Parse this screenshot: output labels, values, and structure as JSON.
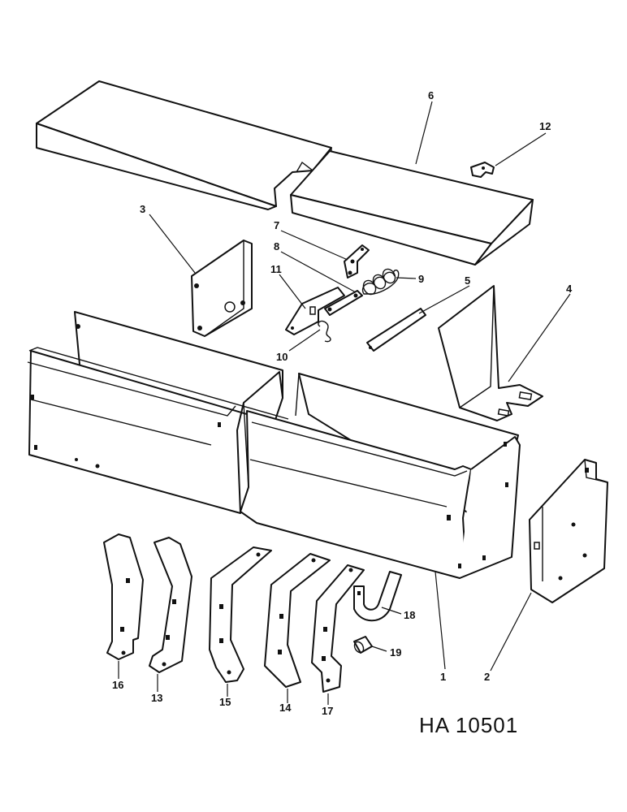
{
  "drawing_number": "HA 10501",
  "callouts": [
    "1",
    "2",
    "3",
    "4",
    "5",
    "6",
    "7",
    "8",
    "9",
    "10",
    "11",
    "12",
    "13",
    "14",
    "15",
    "16",
    "17",
    "18",
    "19"
  ]
}
